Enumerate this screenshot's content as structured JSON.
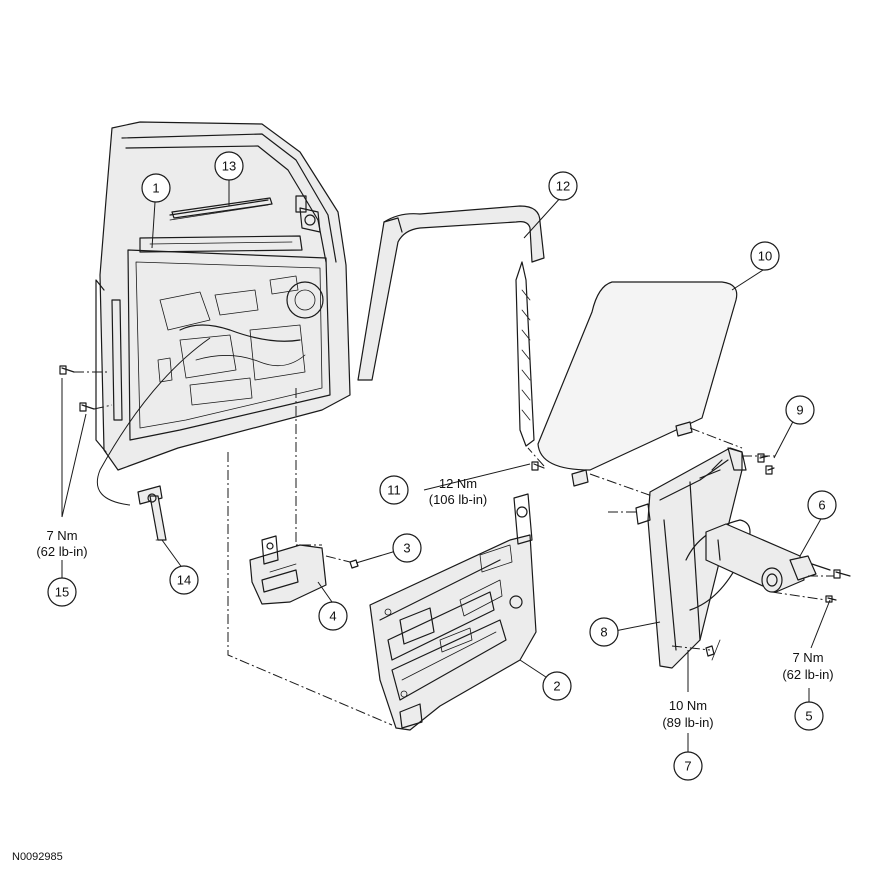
{
  "figure_id": "N0092985",
  "callouts": [
    {
      "num": "1"
    },
    {
      "num": "2"
    },
    {
      "num": "3"
    },
    {
      "num": "4"
    },
    {
      "num": "5"
    },
    {
      "num": "6"
    },
    {
      "num": "7"
    },
    {
      "num": "8"
    },
    {
      "num": "9"
    },
    {
      "num": "10"
    },
    {
      "num": "11"
    },
    {
      "num": "12"
    },
    {
      "num": "13"
    },
    {
      "num": "14"
    },
    {
      "num": "15"
    }
  ],
  "torques": [
    {
      "nm": "7 Nm",
      "lbin": "(62 lb-in)"
    },
    {
      "nm": "12 Nm",
      "lbin": "(106 lb-in)"
    },
    {
      "nm": "7 Nm",
      "lbin": "(62 lb-in)"
    },
    {
      "nm": "10 Nm",
      "lbin": "(89 lb-in)"
    }
  ]
}
